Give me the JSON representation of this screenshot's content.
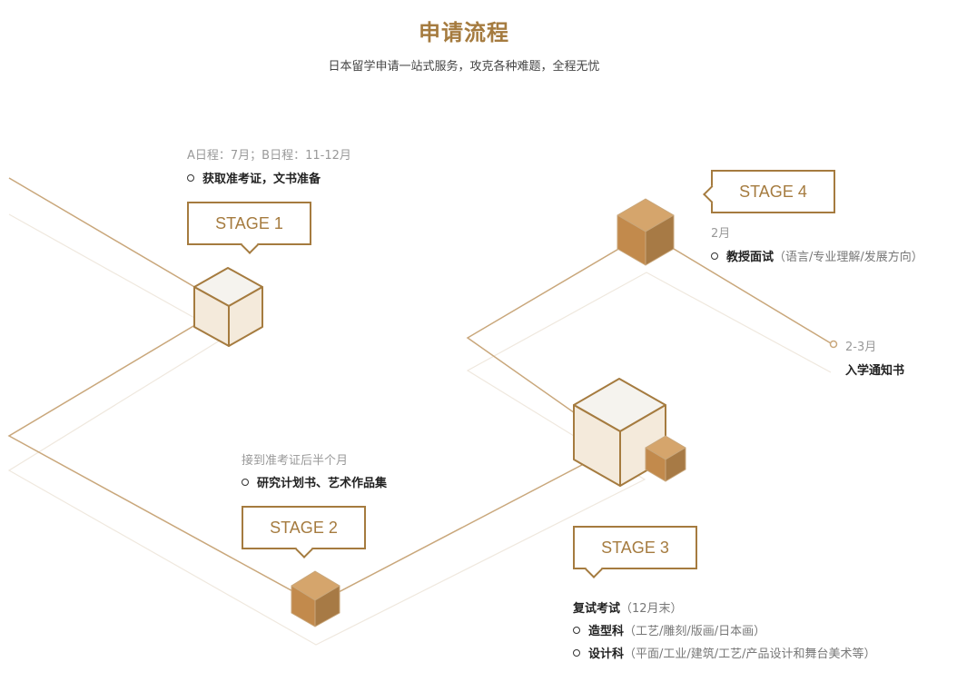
{
  "header": {
    "title": "申请流程",
    "subtitle": "日本留学申请一站式服务，攻克各种难题，全程无忧"
  },
  "stages": {
    "s1": {
      "label": "STAGE 1",
      "time": "A日程：7月；B日程：11-12月",
      "item": "获取准考证，文书准备"
    },
    "s2": {
      "label": "STAGE 2",
      "time": "接到准考证后半个月",
      "item": "研究计划书、艺术作品集"
    },
    "s3": {
      "label": "STAGE 3",
      "heading": "复试考试",
      "heading_note": "（12月末）",
      "items": [
        {
          "name": "造型科",
          "note": "（工艺/雕刻/版画/日本画）"
        },
        {
          "name": "设计科",
          "note": "（平面/工业/建筑/工艺/产品设计和舞台美术等）"
        }
      ]
    },
    "s4": {
      "label": "STAGE 4",
      "time": "2月",
      "item": "教授面试",
      "item_note": "（语言/专业理解/发展方向）"
    },
    "end": {
      "time": "2-3月",
      "item": "入学通知书"
    }
  },
  "colors": {
    "accent": "#a57b3f",
    "line": "#c9a77b",
    "cube_light_top": "#f5f3ee",
    "cube_light_side": "#f4eadb",
    "cube_dark_top": "#d5a56c",
    "cube_dark_left": "#c28a4c",
    "cube_dark_right": "#a77a45"
  }
}
